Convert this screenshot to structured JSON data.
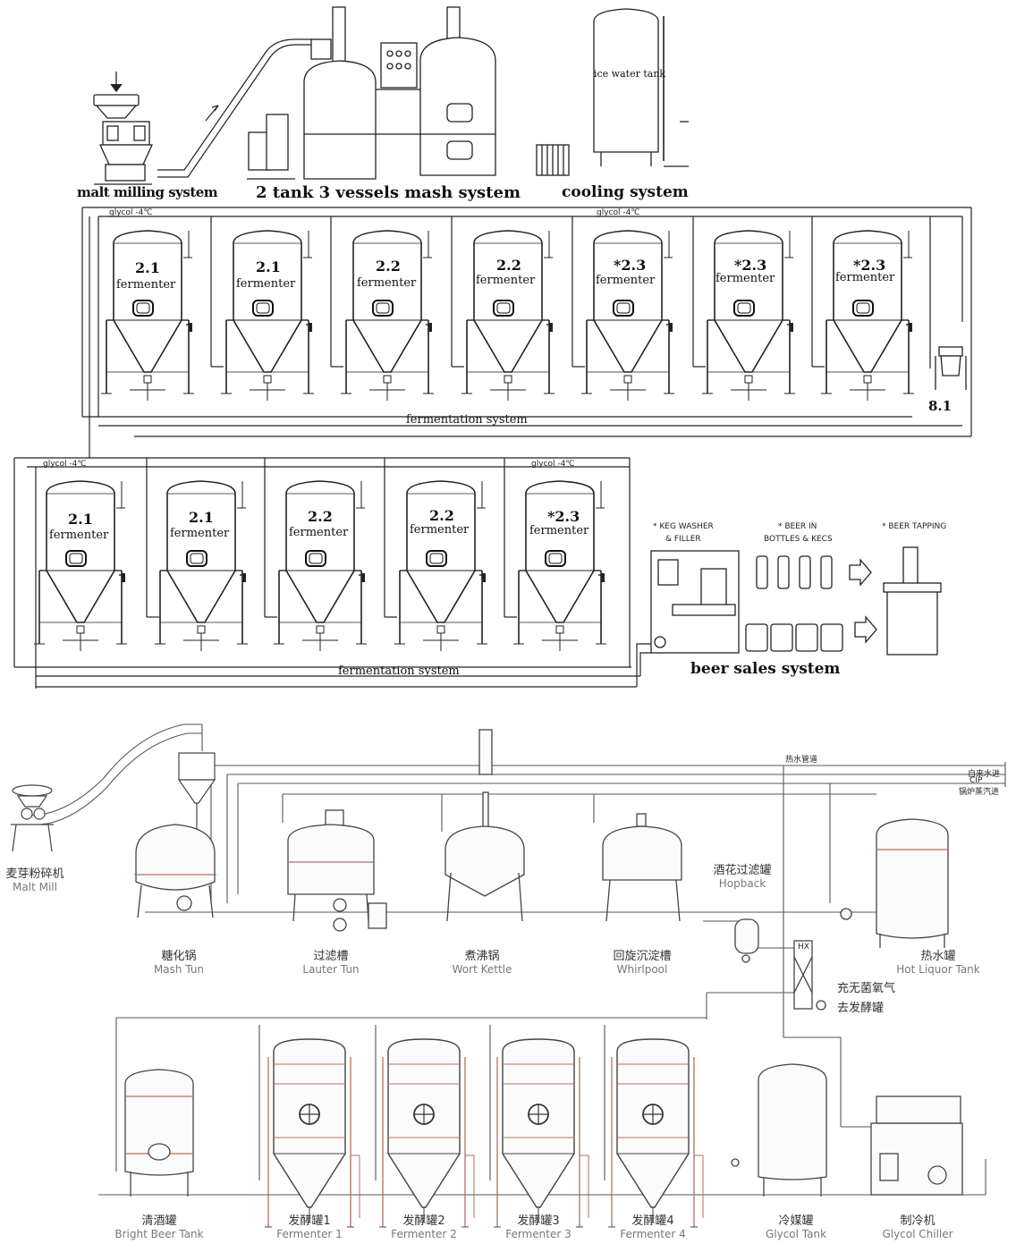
{
  "top": {
    "system_labels": {
      "mill": "malt milling system",
      "mash": "2 tank 3 vessels mash system",
      "cooling": "cooling system",
      "ice_tank": "ice water tank",
      "fermentation": "fermentation system",
      "sales": "beer sales system"
    },
    "glycol_label": "glycol -4℃",
    "row1_tanks": [
      {
        "code": "2.1",
        "name": "fermenter"
      },
      {
        "code": "2.1",
        "name": "fermenter"
      },
      {
        "code": "2.2",
        "name": "fermenter"
      },
      {
        "code": "2.2",
        "name": "fermenter"
      },
      {
        "code": "*2.3",
        "name": "fermenter"
      },
      {
        "code": "*2.3",
        "name": "fermenter"
      },
      {
        "code": "*2.3",
        "name": "fermenter"
      }
    ],
    "row2_tanks": [
      {
        "code": "2.1",
        "name": "fermenter"
      },
      {
        "code": "2.1",
        "name": "fermenter"
      },
      {
        "code": "2.2",
        "name": "fermenter"
      },
      {
        "code": "2.2",
        "name": "fermenter"
      },
      {
        "code": "*2.3",
        "name": "fermenter"
      }
    ],
    "item_81": "8.1",
    "sales_items": {
      "keg_washer_1": "* KEG WASHER",
      "keg_washer_2": "& FILLER",
      "beer_in_1": "* BEER IN",
      "beer_in_2": "BOTTLES & KECS",
      "beer_tapping": "* BEER TAPPING"
    }
  },
  "bottom": {
    "pipes": {
      "hot_water_pipe": "热水管道",
      "tap_water": "自来水进",
      "cip": "CIP",
      "steam": "锅炉蒸汽进",
      "hx": "HX",
      "oxygen": "充无菌氧气",
      "to_fermenter": "去发酵罐"
    },
    "equipment": [
      {
        "cn": "麦芽粉碎机",
        "en": "Malt Mill"
      },
      {
        "cn": "糖化锅",
        "en": "Mash Tun"
      },
      {
        "cn": "过滤槽",
        "en": "Lauter Tun"
      },
      {
        "cn": "煮沸锅",
        "en": "Wort Kettle"
      },
      {
        "cn": "回旋沉淀槽",
        "en": "Whirlpool"
      },
      {
        "cn": "酒花过滤罐",
        "en": "Hopback"
      },
      {
        "cn": "热水罐",
        "en": "Hot Liquor Tank"
      },
      {
        "cn": "清酒罐",
        "en": "Bright Beer Tank"
      },
      {
        "cn": "发酵罐1",
        "en": "Fermenter 1"
      },
      {
        "cn": "发酵罐2",
        "en": "Fermenter 2"
      },
      {
        "cn": "发酵罐3",
        "en": "Fermenter 3"
      },
      {
        "cn": "发酵罐4",
        "en": "Fermenter 4"
      },
      {
        "cn": "冷媒罐",
        "en": "Glycol Tank"
      },
      {
        "cn": "制冷机",
        "en": "Glycol Chiller"
      }
    ]
  }
}
